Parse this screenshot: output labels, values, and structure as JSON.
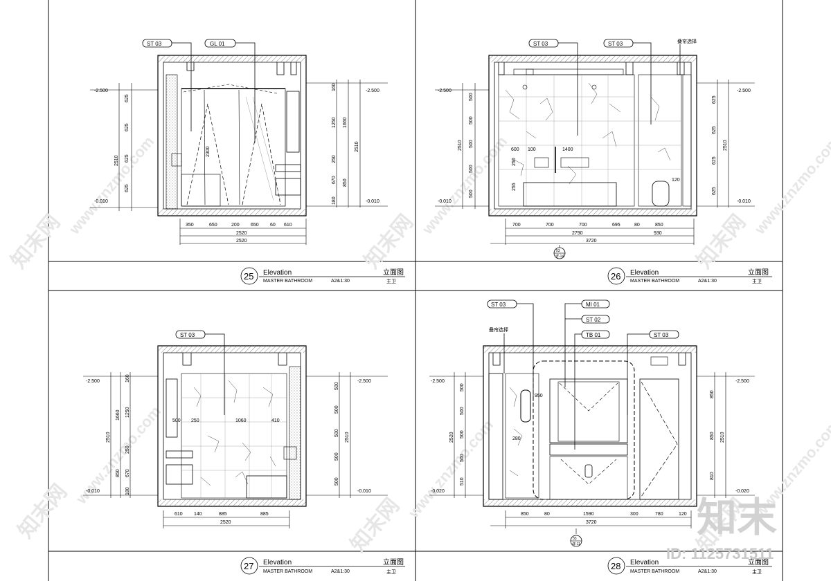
{
  "watermark": {
    "brand_cn": "知末网",
    "url": "www.znzmo.com",
    "logo_text": "知末",
    "id_text": "ID: 1125731511"
  },
  "panels": [
    {
      "number": "25",
      "title_en": "Elevation",
      "subtitle_en": "MASTER BATHROOM",
      "scale": "A2&1:30",
      "title_cn": "立面图",
      "subtitle_cn": "主卫",
      "tags": [
        "ST 03",
        "GL 01"
      ],
      "levels": {
        "top": "-2.500",
        "bottom": "-0.010"
      },
      "left_dims": [
        "625",
        "625",
        "625",
        "625"
      ],
      "left_total": "2510",
      "right_dims": [
        "160",
        "1250",
        "250",
        "670",
        "180"
      ],
      "right_mid": [
        "1660",
        "850"
      ],
      "right_total": "2510",
      "bottom_dims": [
        "350",
        "650",
        "200",
        "650",
        "60",
        "610"
      ],
      "bottom_total1": "2520",
      "bottom_total2": "2520",
      "inner_labels": [
        "2300"
      ]
    },
    {
      "number": "26",
      "title_en": "Elevation",
      "subtitle_en": "MASTER BATHROOM",
      "scale": "A2&1:30",
      "title_cn": "立面图",
      "subtitle_cn": "主卫",
      "tags": [
        "ST 03",
        "ST 03"
      ],
      "note": "叠帘选择",
      "levels": {
        "top": "-2.500",
        "bottom": "-0.010"
      },
      "left_dims": [
        "500",
        "500",
        "500",
        "500",
        "500"
      ],
      "left_total": "2510",
      "right_dims": [
        "625",
        "625",
        "625",
        "625"
      ],
      "right_total": "2510",
      "bottom_dims": [
        "700",
        "700",
        "700",
        "695",
        "80",
        "850"
      ],
      "bottom_sub": [
        "2790",
        "930"
      ],
      "bottom_total": "3720",
      "inner_labels": [
        "600",
        "100",
        "1400",
        "250",
        "255",
        "120"
      ],
      "section_marker": {
        "top": "53",
        "bottom": "详-14"
      }
    },
    {
      "number": "27",
      "title_en": "Elevation",
      "subtitle_en": "MASTER BATHROOM",
      "scale": "A2&1:30",
      "title_cn": "立面图",
      "subtitle_cn": "主卫",
      "tags": [
        "ST 03"
      ],
      "levels": {
        "top": "-2.500",
        "bottom": "-0.010"
      },
      "left_dims": [
        "160",
        "1250",
        "250",
        "670",
        "180"
      ],
      "left_mid": [
        "1660",
        "850"
      ],
      "left_total": "2510",
      "right_dims": [
        "500",
        "500",
        "500",
        "500",
        "500"
      ],
      "right_total": "2510",
      "bottom_dims": [
        "610",
        "140",
        "885",
        "885"
      ],
      "bottom_total": "2520",
      "inner_labels": [
        "500",
        "250",
        "1060",
        "410"
      ]
    },
    {
      "number": "28",
      "title_en": "Elevation",
      "subtitle_en": "MASTER BATHROOM",
      "scale": "A2&1:30",
      "title_cn": "立面图",
      "subtitle_cn": "主卫",
      "tags": [
        "ST 03",
        "MI 01",
        "ST 02",
        "TB 01",
        "ST 03"
      ],
      "note": "叠帘选择",
      "levels": {
        "top": "-2.500",
        "bottom": "-0.020"
      },
      "left_dims": [
        "500",
        "500",
        "500",
        "500",
        "510"
      ],
      "left_total": "2520",
      "right_dims": [
        "850",
        "850",
        "810"
      ],
      "right_total": "2510",
      "bottom_dims": [
        "850",
        "80",
        "1590",
        "300",
        "780",
        "120"
      ],
      "bottom_total": "3720",
      "inner_labels": [
        "950",
        "280"
      ],
      "section_marker": {
        "top": "33",
        "bottom": "详-11"
      }
    }
  ]
}
